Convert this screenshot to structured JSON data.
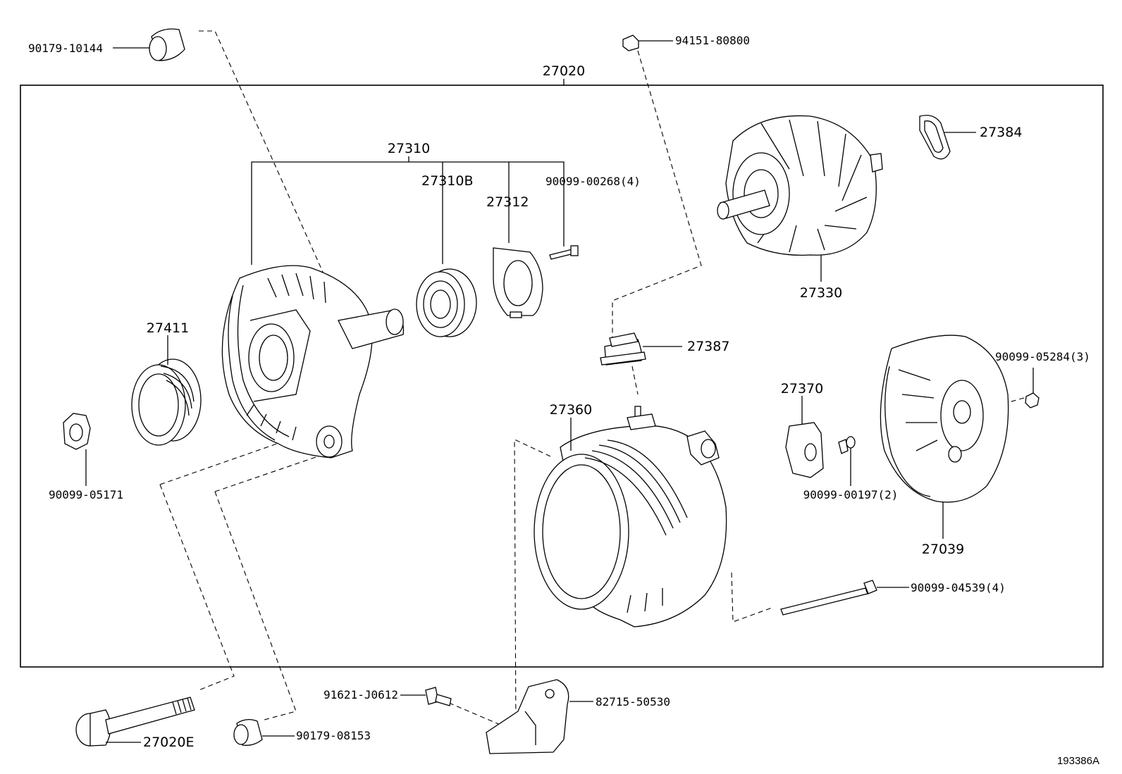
{
  "assembly": {
    "label": "27020"
  },
  "figure_id": "193386A",
  "labels": {
    "p90179_10144": "90179-10144",
    "p94151_80800": "94151-80800",
    "p27310": "27310",
    "p27310B": "27310B",
    "p27312": "27312",
    "p90099_00268": "90099-00268(4)",
    "p27384": "27384",
    "p27330": "27330",
    "p27411": "27411",
    "p27387": "27387",
    "p90099_05284": "90099-05284(3)",
    "p27370": "27370",
    "p27360": "27360",
    "p90099_05171": "90099-05171",
    "p90099_00197": "90099-00197(2)",
    "p27039": "27039",
    "p90099_04539": "90099-04539(4)",
    "p91621_J0612": "91621-J0612",
    "p82715_50530": "82715-50530",
    "p27020E": "27020E",
    "p90179_08153": "90179-08153"
  }
}
